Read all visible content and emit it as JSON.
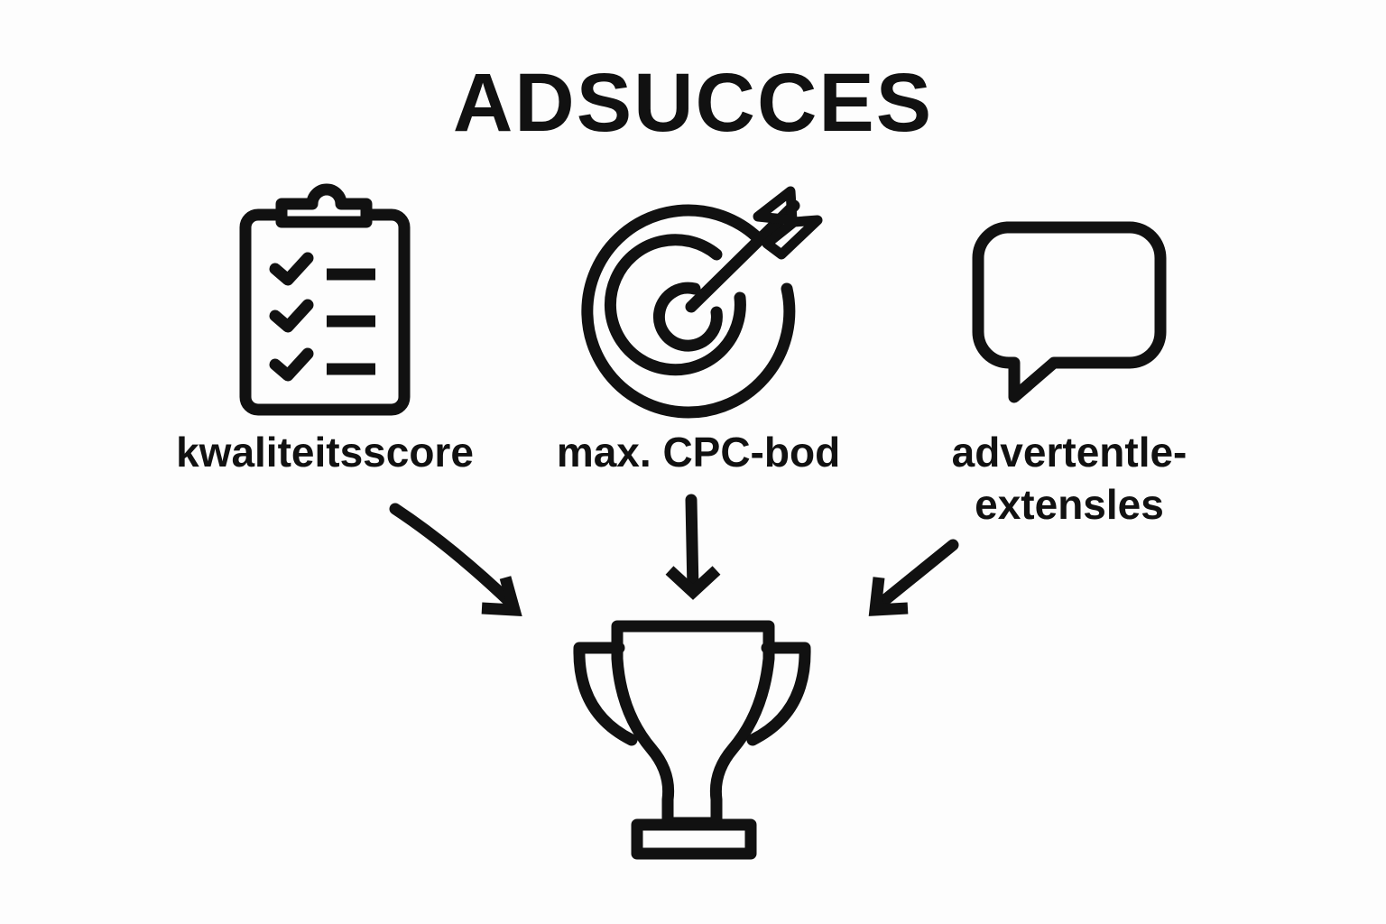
{
  "title": "ADSUCCES",
  "factors": [
    {
      "label": "kwaliteitsscore",
      "icon": "clipboard-checklist-icon"
    },
    {
      "label": "max. CPC-bod",
      "icon": "target-arrow-icon"
    },
    {
      "label_line1": "advertentle-",
      "label_line2": "extensles",
      "icon": "speech-bubble-icon"
    }
  ],
  "result_icon": "trophy-icon"
}
